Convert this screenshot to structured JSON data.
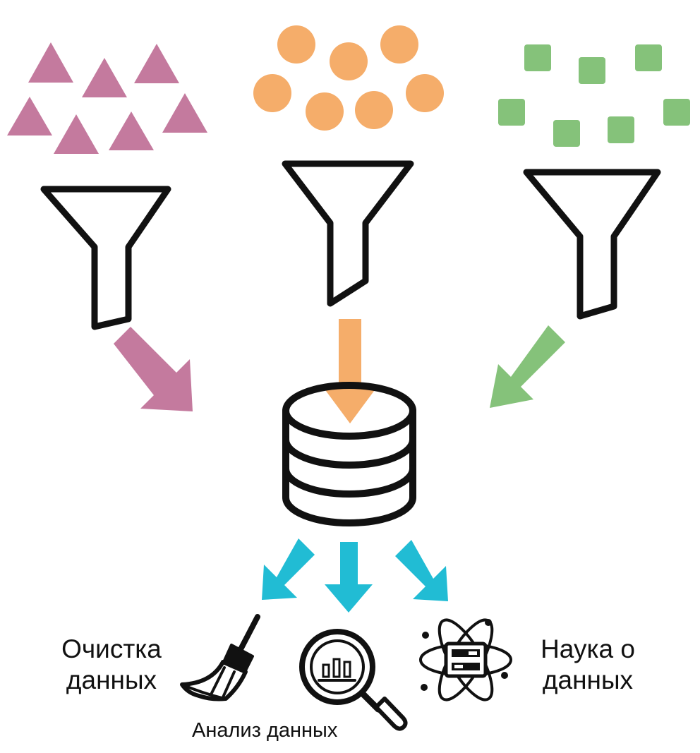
{
  "labels": {
    "cleaning_line1": "Очистка",
    "cleaning_line2": "данных",
    "analysis": "Анализ данных",
    "science_line1": "Наука о",
    "science_line2": "данных"
  },
  "colors": {
    "triangles": "#c47a9e",
    "circles": "#f5ad6a",
    "squares": "#85c27a",
    "outputs": "#21bcd4",
    "outline": "#111111",
    "background": "#ffffff"
  },
  "icons": {
    "sources": [
      "triangle-shapes",
      "circle-shapes",
      "square-shapes"
    ],
    "filters": [
      "funnel-icon",
      "funnel-icon",
      "funnel-icon"
    ],
    "storage": "database-icon",
    "outputs": [
      "broom-icon",
      "magnifier-chart-icon",
      "atom-server-icon"
    ]
  }
}
